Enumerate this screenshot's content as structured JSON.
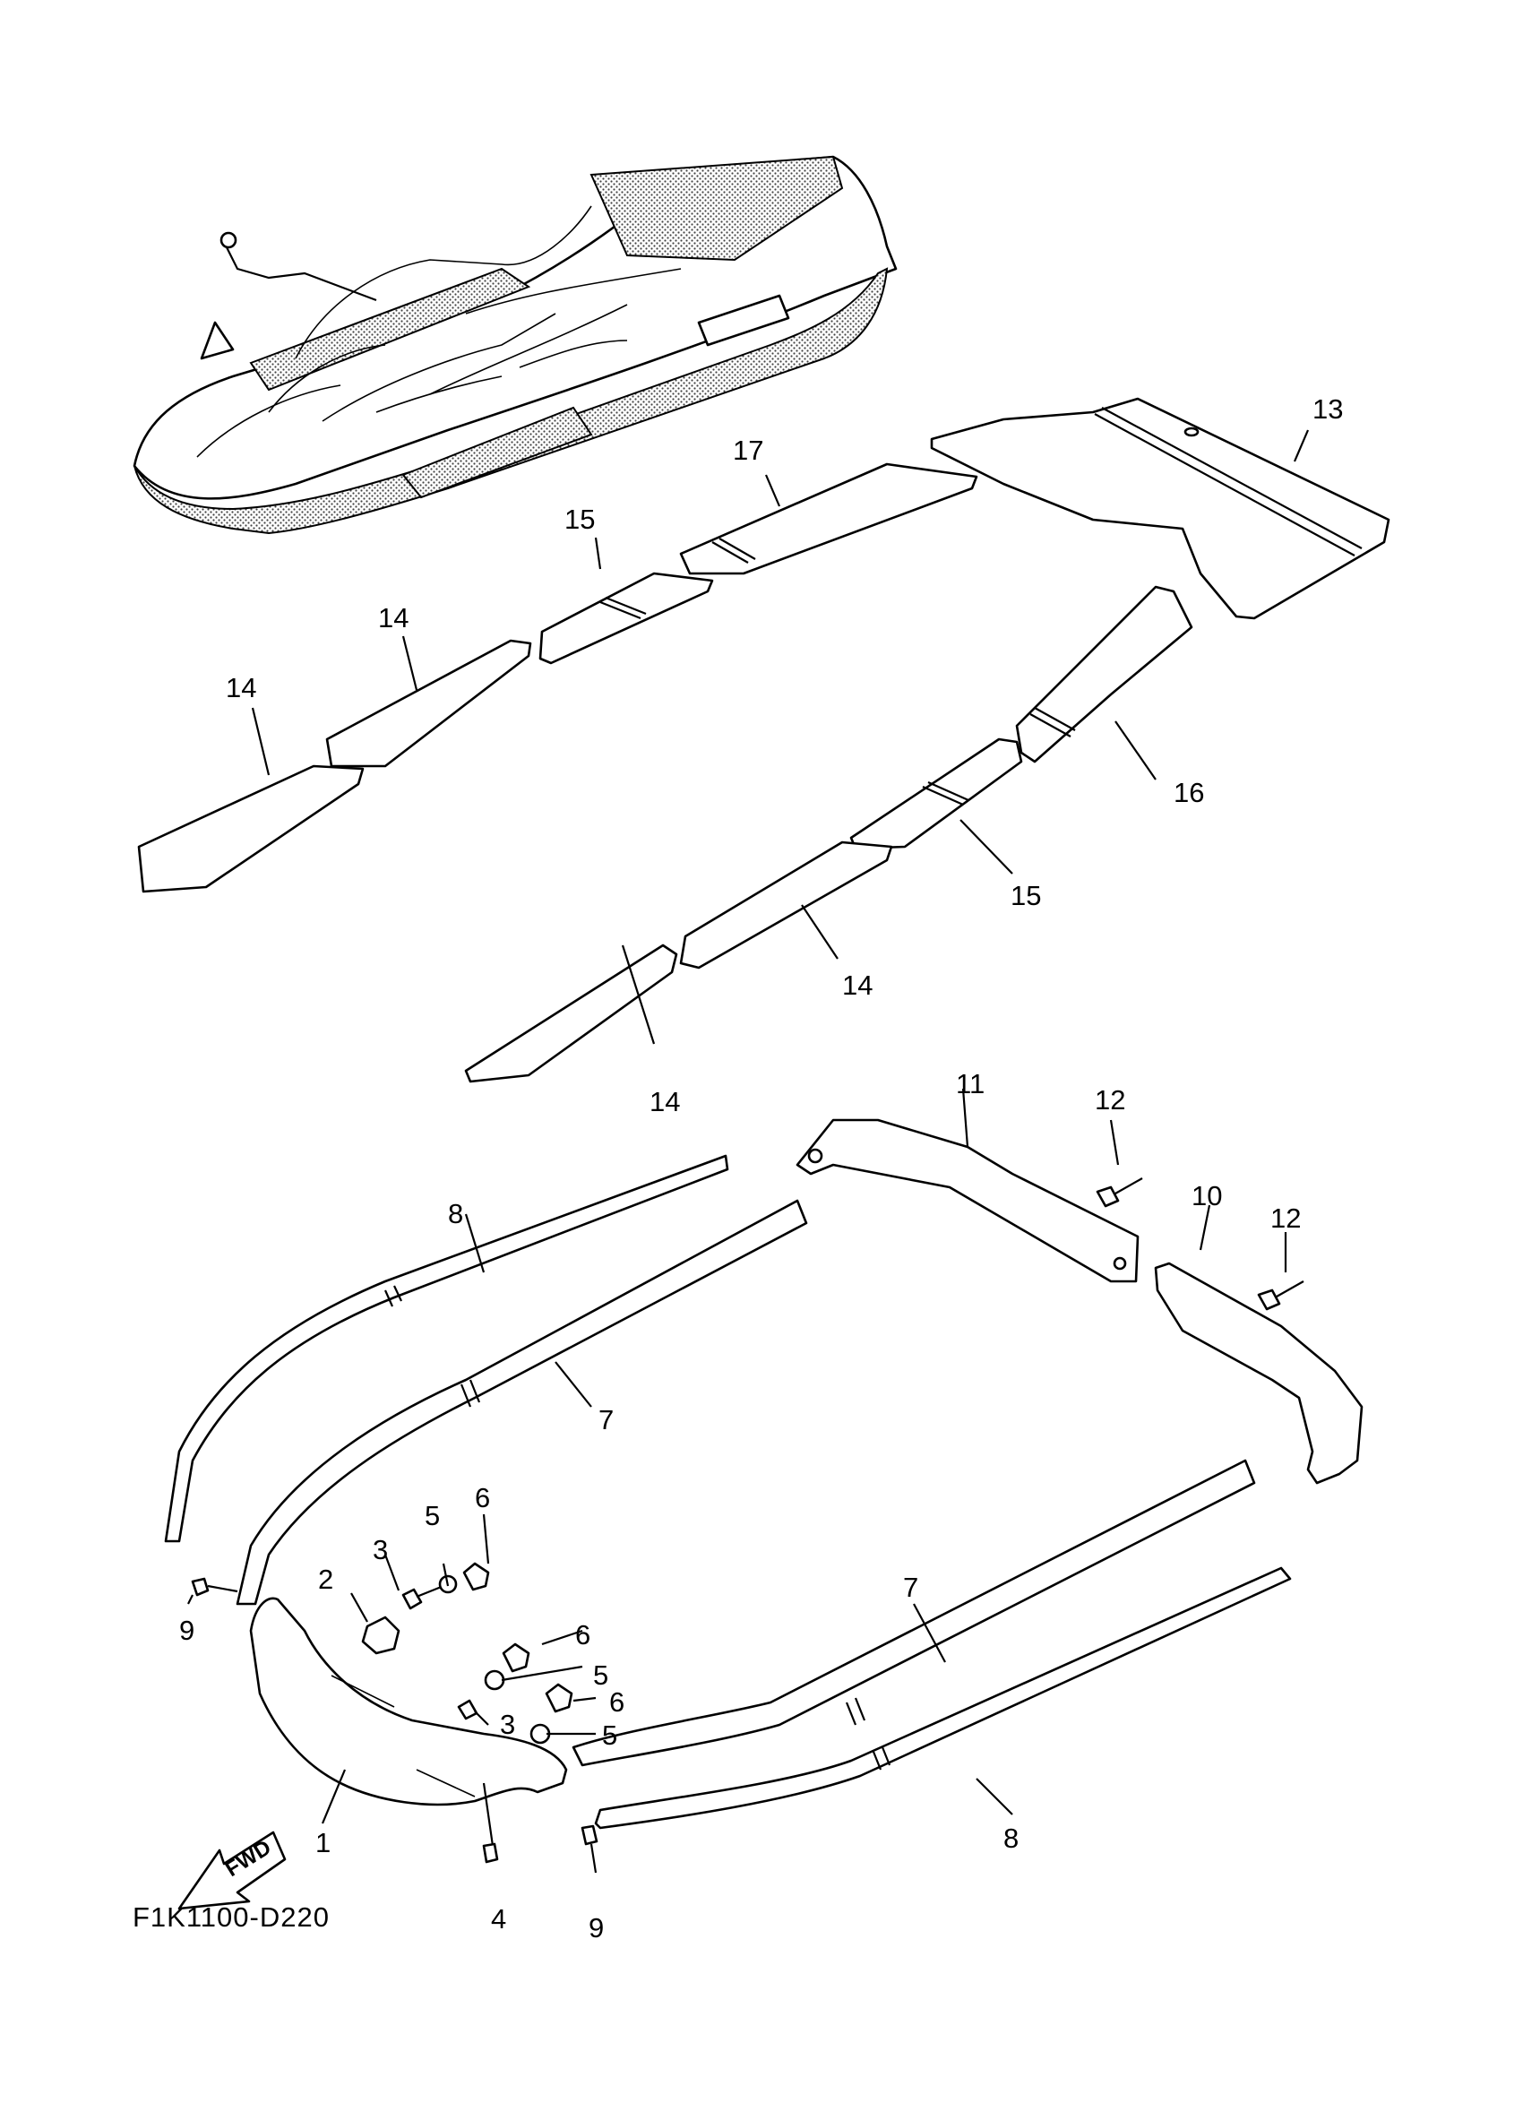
{
  "diagram_code": "F1K1100-D220",
  "fwd_label": "FWD",
  "callouts": {
    "c1": "1",
    "c2": "2",
    "c3a": "3",
    "c3b": "3",
    "c4": "4",
    "c5a": "5",
    "c5b": "5",
    "c5c": "5",
    "c6a": "6",
    "c6b": "6",
    "c6c": "6",
    "c7a": "7",
    "c7b": "7",
    "c8a": "8",
    "c8b": "8",
    "c9a": "9",
    "c9b": "9",
    "c10": "10",
    "c11": "11",
    "c12a": "12",
    "c12b": "12",
    "c13": "13",
    "c14a": "14",
    "c14b": "14",
    "c14c": "14",
    "c14d": "14",
    "c15a": "15",
    "c15b": "15",
    "c16": "16",
    "c17": "17"
  }
}
